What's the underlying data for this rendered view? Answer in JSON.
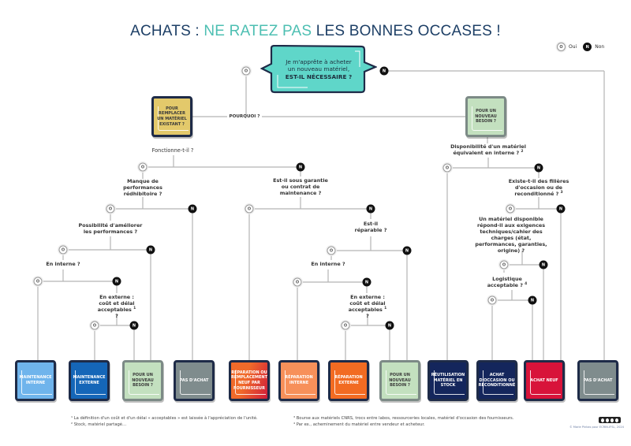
{
  "title": {
    "part1": "ACHATS : ",
    "accent": "NE RATEZ PAS",
    "part2": " LES BONNES OCCASES !",
    "accent_color": "#4dbfb2",
    "main_color": "#1d3f66"
  },
  "legend": {
    "oui_symbol": "O",
    "oui_label": "Oui",
    "non_symbol": "N",
    "non_label": "Non"
  },
  "start_question": {
    "line1": "Je m'apprête à acheter",
    "line2": "un nouveau matériel,",
    "line3": "EST-IL NÉCESSAIRE ?",
    "color": "#5fd6c9"
  },
  "branch_label": "POURQUOI ?",
  "branches": {
    "replace": {
      "label": "POUR REMPLACER UN MATÉRIEL EXISTANT ?",
      "color": "#e3c96b"
    },
    "new_need": {
      "label": "POUR UN NOUVEAU BESOIN ?",
      "color": "#c3e0bf"
    }
  },
  "questions": {
    "fonctionne": "Fonctionne-t-il ?",
    "manque_perf": "Manque de performances rédhibitoire ?",
    "ameliorer": "Possibilité d'améliorer les performances ?",
    "en_interne_1": "En interne ?",
    "en_externe_1": "En externe : coût et délai acceptables",
    "en_externe_1_sup": "1",
    "garantie": "Est-il sous garantie ou contrat de maintenance ?",
    "reparable": "Est-il réparable ?",
    "en_interne_2": "En interne ?",
    "en_externe_2": "En externe : coût et délai acceptables",
    "en_externe_2_sup": "1",
    "dispo_interne": "Disponibilité d'un matériel équivalent en interne ?",
    "dispo_interne_sup": "2",
    "filieres": "Existe-t-il des filières d'occasion ou de reconditionné ?",
    "filieres_sup": "3",
    "exigences": "Un matériel disponible répond-il aux exigences techniques/cahier des charges (état, performances, garanties, origine) ?",
    "logistique": "Logistique acceptable ?",
    "logistique_sup": "4"
  },
  "outcomes": [
    {
      "label": "MAINTENANCE INTERNE",
      "color": "#6fb4ec",
      "text": "white"
    },
    {
      "label": "MAINTENANCE EXTERNE",
      "color": "#1566b8",
      "text": "white"
    },
    {
      "label": "POUR UN NOUVEAU BESOIN ?",
      "color": "#c3e0bf",
      "text": "dark"
    },
    {
      "label": "PAS D'ACHAT",
      "color": "#7f8c8d",
      "text": "white"
    },
    {
      "label": "RÉPARATION OU REMPLACEMENT NEUF PAR FOURNISSEUR",
      "color": "#f06a2a",
      "text": "white"
    },
    {
      "label": "RÉPARATION INTERNE",
      "color": "#f7905a",
      "text": "white"
    },
    {
      "label": "RÉPARATION EXTERNE",
      "color": "#f26b22",
      "text": "white"
    },
    {
      "label": "POUR UN NOUVEAU BESOIN ?",
      "color": "#c3e0bf",
      "text": "dark"
    },
    {
      "label": "RÉUTILISATION MATÉRIEL EN STOCK",
      "color": "#14265c",
      "text": "white"
    },
    {
      "label": "ACHAT D'OCCASION OU RECONDITIONNÉ",
      "color": "#14265c",
      "text": "white"
    },
    {
      "label": "ACHAT NEUF",
      "color": "#d8133a",
      "text": "white"
    },
    {
      "label": "PAS D'ACHAT",
      "color": "#7f8c8d",
      "text": "white"
    }
  ],
  "footnotes": {
    "n1": "¹ La définition d'un coût et d'un délai « acceptables » est laissée à l'appréciation de l'unité.",
    "n2": "² Stock, matériel partagé…",
    "n3": "³ Bourse aux matériels CNRS, trocs entre labos, ressourceries locales, matériel d'occasion des fournisseurs.",
    "n4": "⁴ Par ex., acheminement du matériel entre vendeur et acheteur."
  },
  "credit": "© Marie Pinkas pour ECRIN-IFSL, 2024"
}
